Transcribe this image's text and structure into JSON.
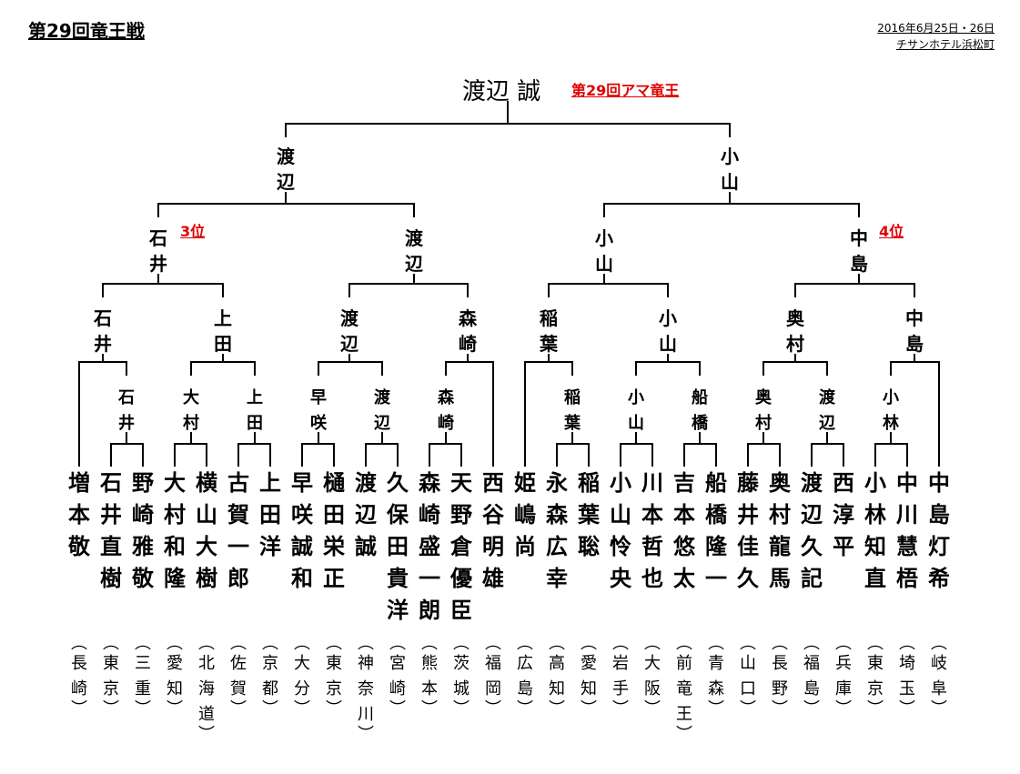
{
  "title": "第29回竜王戦",
  "meta": {
    "date": "2016年6月25日・26日",
    "venue": "チサンホテル浜松町"
  },
  "champion": {
    "name": "渡辺 誠",
    "tag": "第29回アマ竜王"
  },
  "semifinal": [
    "渡辺",
    "小山"
  ],
  "quarterfinal": [
    "石井",
    "渡辺",
    "小山",
    "中島"
  ],
  "rank_labels": [
    {
      "text": "3位",
      "near": "石井"
    },
    {
      "text": "4位",
      "near": "中島"
    }
  ],
  "round3": [
    "石井",
    "上田",
    "渡辺",
    "森崎",
    "稲葉",
    "小山",
    "奥村",
    "中島"
  ],
  "round2": [
    "石井",
    "大村",
    "上田",
    "早咲",
    "渡辺",
    "森崎",
    "稲葉",
    "小山",
    "船橋",
    "奥村",
    "渡辺",
    "小林"
  ],
  "players": [
    {
      "name": "増本敬",
      "pref": "長崎"
    },
    {
      "name": "石井直樹",
      "pref": "東京"
    },
    {
      "name": "野崎雅敬",
      "pref": "三重"
    },
    {
      "name": "大村和隆",
      "pref": "愛知"
    },
    {
      "name": "横山大樹",
      "pref": "北海道"
    },
    {
      "name": "古賀一郎",
      "pref": "佐賀"
    },
    {
      "name": "上田洋",
      "pref": "京都"
    },
    {
      "name": "早咲誠和",
      "pref": "大分"
    },
    {
      "name": "樋田栄正",
      "pref": "東京"
    },
    {
      "name": "渡辺誠",
      "pref": "神奈川"
    },
    {
      "name": "久保田貴洋",
      "pref": "宮崎"
    },
    {
      "name": "森崎盛一朗",
      "pref": "熊本"
    },
    {
      "name": "天野倉優臣",
      "pref": "茨城"
    },
    {
      "name": "西谷明雄",
      "pref": "福岡"
    },
    {
      "name": "姫嶋尚",
      "pref": "広島"
    },
    {
      "name": "永森広幸",
      "pref": "高知"
    },
    {
      "name": "稲葉聡",
      "pref": "愛知"
    },
    {
      "name": "小山怜央",
      "pref": "岩手"
    },
    {
      "name": "川本哲也",
      "pref": "大阪"
    },
    {
      "name": "吉本悠太",
      "pref": "前竜王"
    },
    {
      "name": "船橋隆一",
      "pref": "青森"
    },
    {
      "name": "藤井佳久",
      "pref": "山口"
    },
    {
      "name": "奥村龍馬",
      "pref": "長野"
    },
    {
      "name": "渡辺久記",
      "pref": "福島"
    },
    {
      "name": "西淳平",
      "pref": "兵庫"
    },
    {
      "name": "小林知直",
      "pref": "東京"
    },
    {
      "name": "中川慧梧",
      "pref": "埼玉"
    },
    {
      "name": "中島灯希",
      "pref": "岐阜"
    }
  ]
}
